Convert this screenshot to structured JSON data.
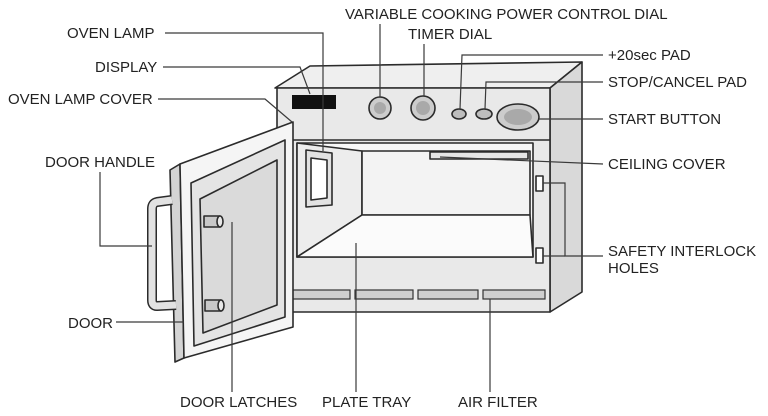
{
  "labels": {
    "oven_lamp": "OVEN LAMP",
    "display": "DISPLAY",
    "oven_lamp_cover": "OVEN LAMP COVER",
    "door_handle": "DOOR HANDLE",
    "door": "DOOR",
    "door_latches": "DOOR LATCHES",
    "plate_tray": "PLATE TRAY",
    "air_filter": "AIR FILTER",
    "power_dial": "VARIABLE COOKING POWER CONTROL DIAL",
    "timer_dial": "TIMER DIAL",
    "plus20_pad": "+20sec PAD",
    "stop_cancel_pad": "STOP/CANCEL PAD",
    "start_button": "START BUTTON",
    "ceiling_cover": "CEILING COVER",
    "safety_interlock_line1": "SAFETY INTERLOCK",
    "safety_interlock_line2": "HOLES"
  }
}
